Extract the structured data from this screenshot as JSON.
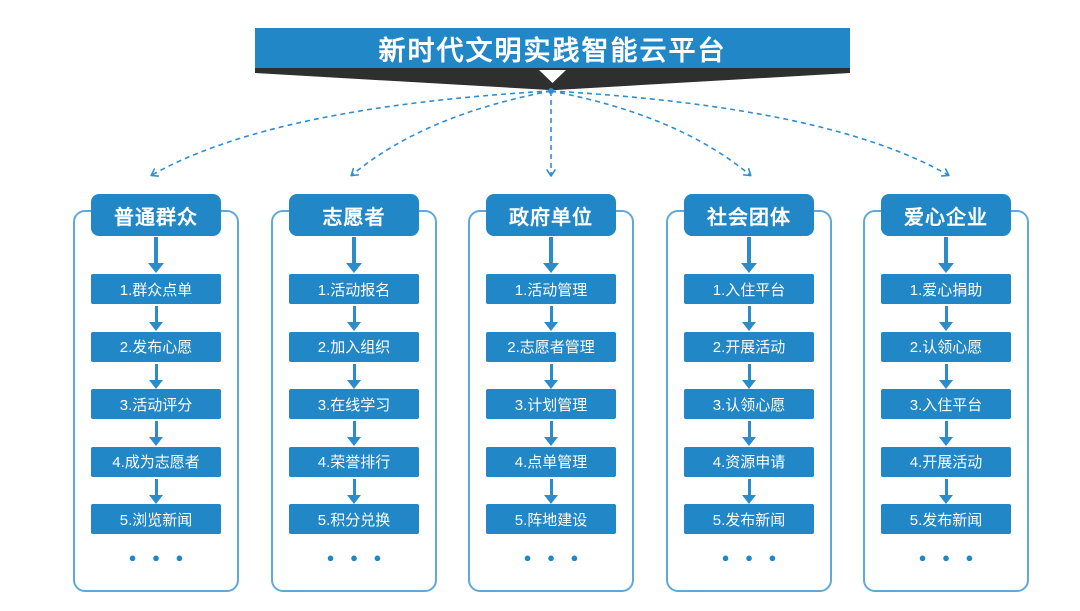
{
  "title": "新时代文明实践智能云平台",
  "more_indicator": "● ● ●",
  "colors": {
    "primary_blue": "#2187C7",
    "outline_blue": "#5FA9DA",
    "connector_blue": "#2F8ED2",
    "ribbon_dark": "#2F2F2F",
    "text_white": "#FFFFFF"
  },
  "icons": {
    "banner_pointer": "down-triangle-icon",
    "flow_connector": "down-arrow-icon",
    "more": "ellipsis-dots"
  },
  "columns": [
    {
      "header": "普通群众",
      "items": [
        "1.群众点单",
        "2.发布心愿",
        "3.活动评分",
        "4.成为志愿者",
        "5.浏览新闻"
      ]
    },
    {
      "header": "志愿者",
      "items": [
        "1.活动报名",
        "2.加入组织",
        "3.在线学习",
        "4.荣誉排行",
        "5.积分兑换"
      ]
    },
    {
      "header": "政府单位",
      "items": [
        "1.活动管理",
        "2.志愿者管理",
        "3.计划管理",
        "4.点单管理",
        "5.阵地建设"
      ]
    },
    {
      "header": "社会团体",
      "items": [
        "1.入住平台",
        "2.开展活动",
        "3.认领心愿",
        "4.资源申请",
        "5.发布新闻"
      ]
    },
    {
      "header": "爱心企业",
      "items": [
        "1.爱心捐助",
        "2.认领心愿",
        "3.入住平台",
        "4.开展活动",
        "5.发布新闻"
      ]
    }
  ]
}
